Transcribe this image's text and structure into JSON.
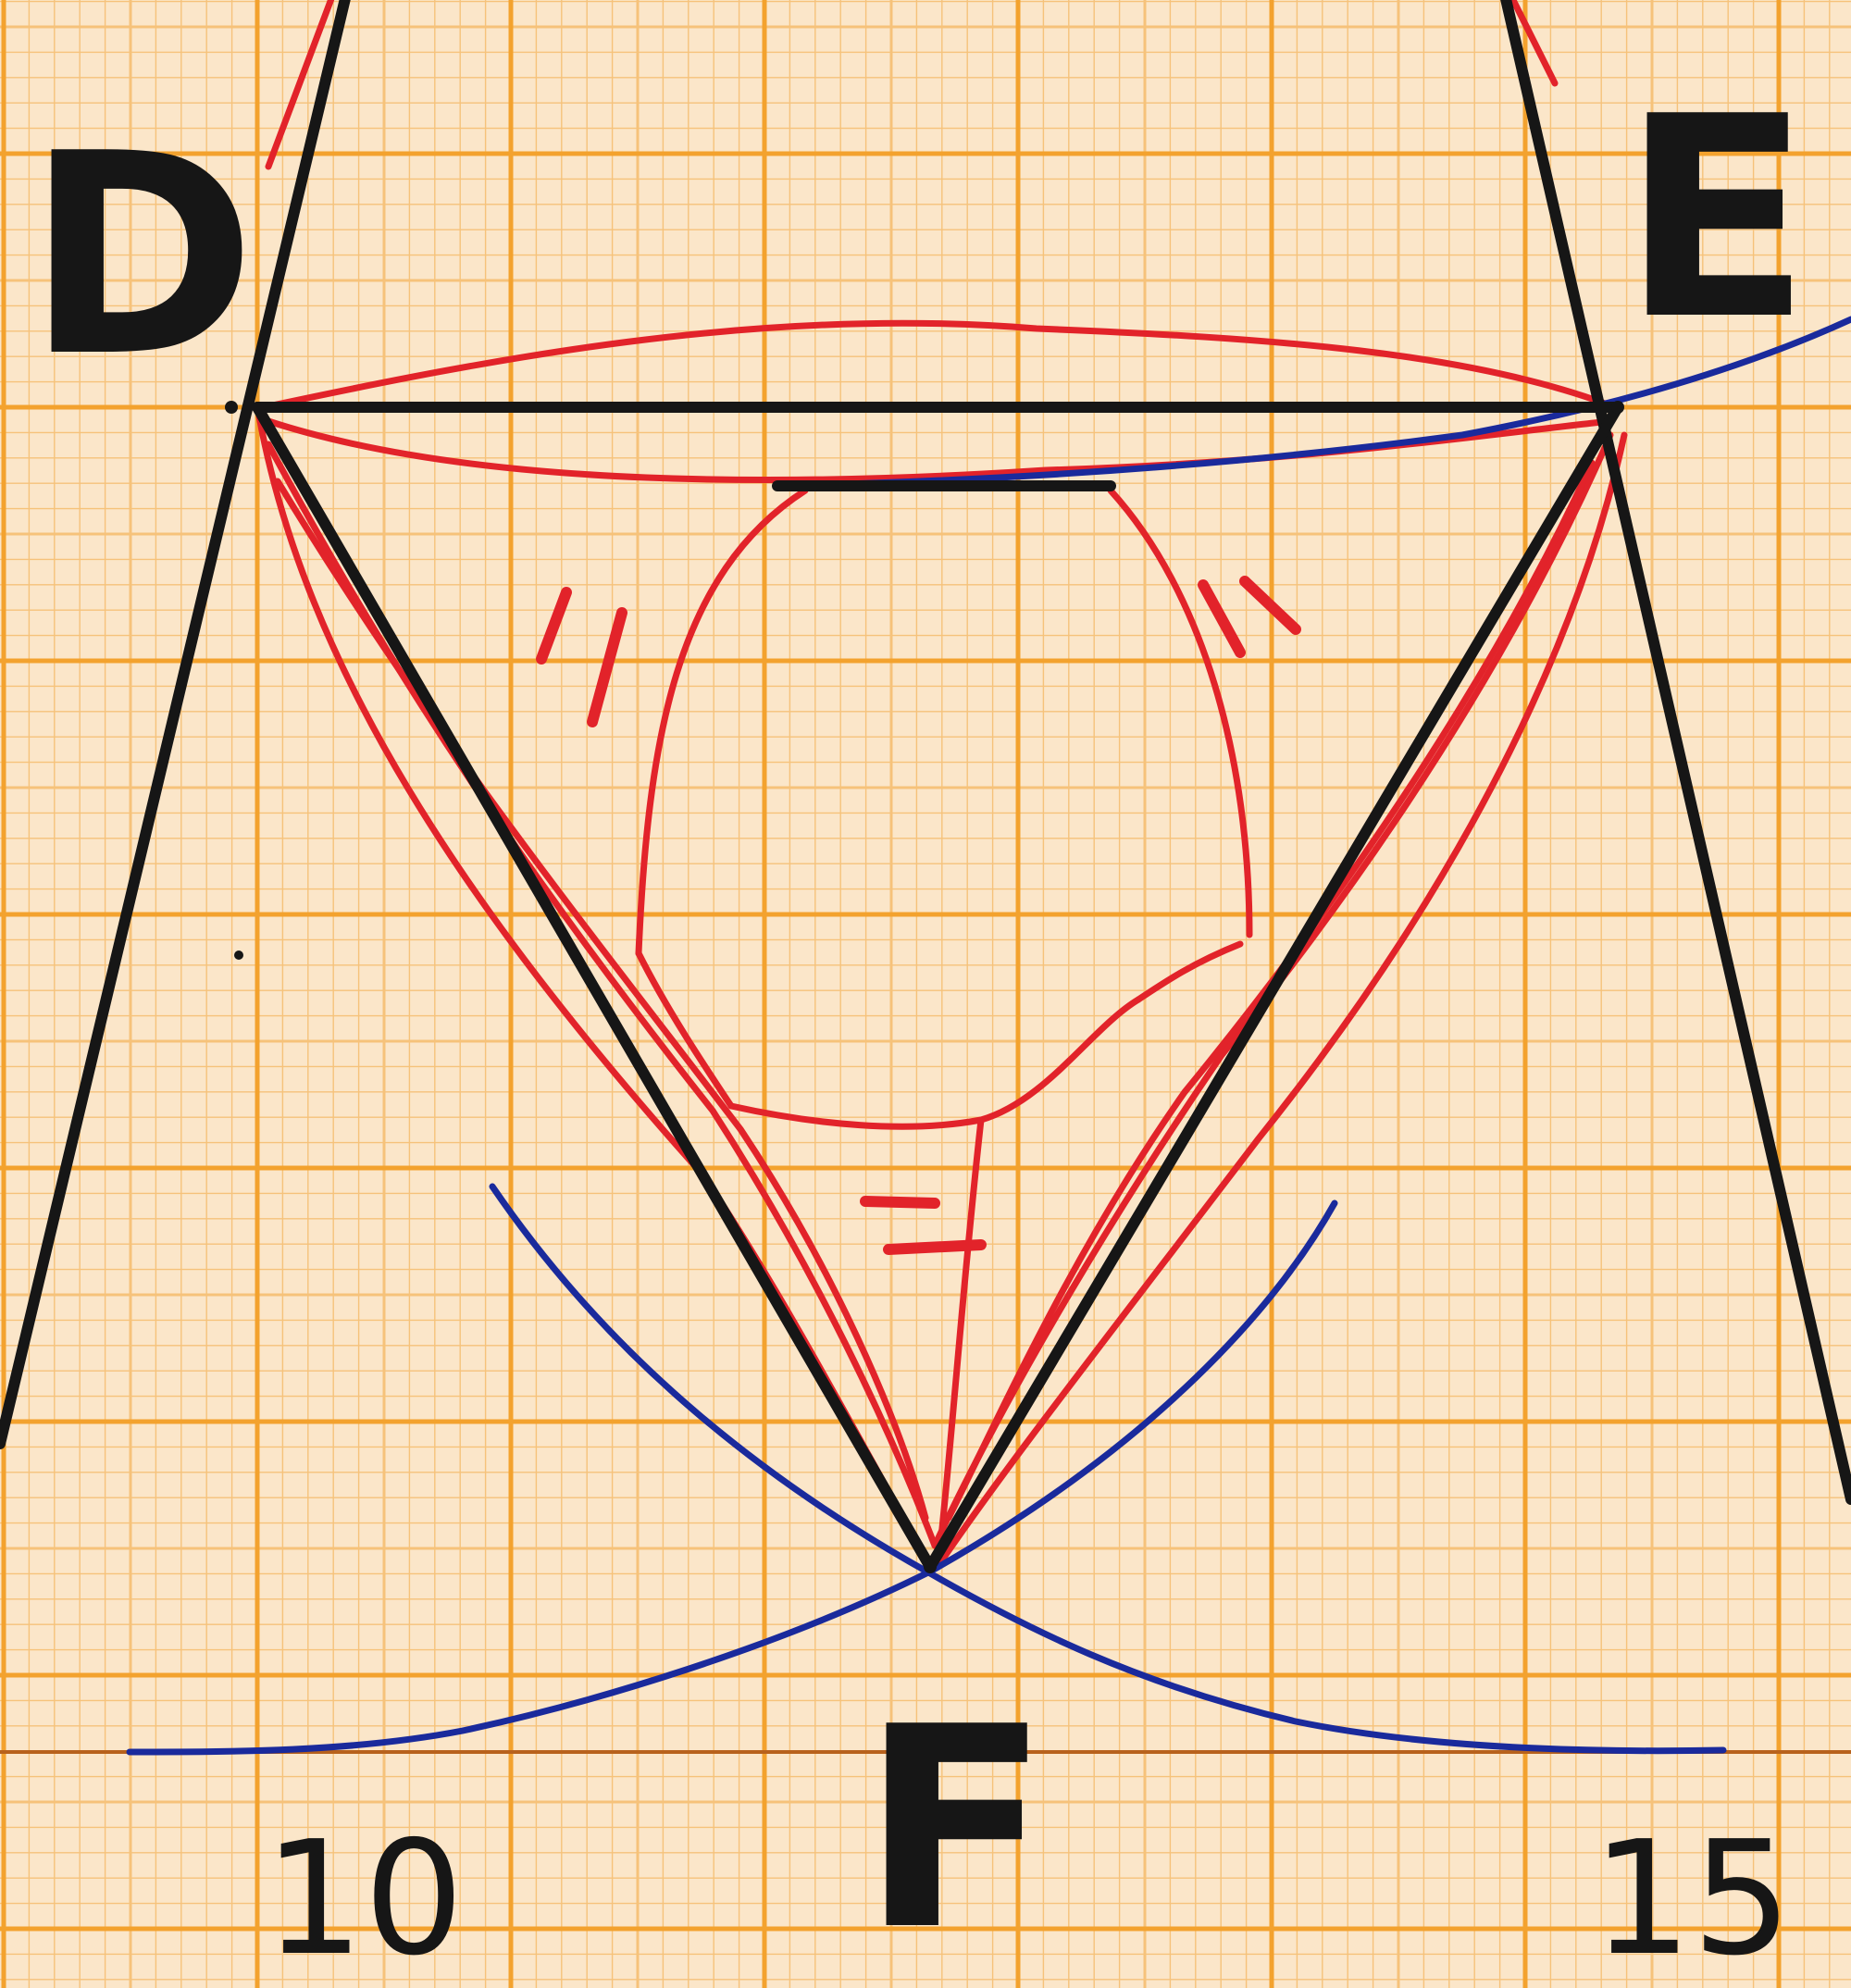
{
  "labels": {
    "vertex_d": "D",
    "vertex_e": "E",
    "vertex_f": "F",
    "tick_left": "10",
    "tick_right": "15"
  },
  "equal_marks": {
    "left_side": "=",
    "right_side": "=",
    "bottom_side": "="
  },
  "colors": {
    "paper": "#fbe6c9",
    "grid_major": "#f3a22e",
    "grid_minor": "#f6c27a",
    "ink_black": "#161616",
    "ink_red": "#e2232a",
    "ink_blue": "#1a2a9c",
    "baseline": "#b8621c"
  }
}
